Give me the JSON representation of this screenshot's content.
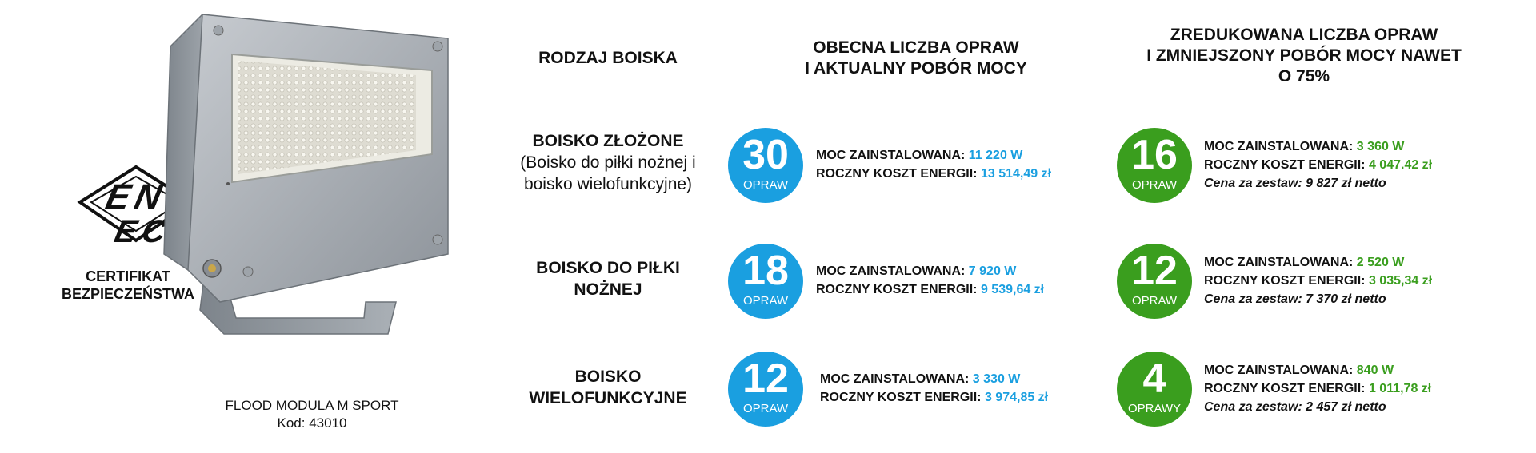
{
  "certificate": {
    "label_line1": "CERTIFIKAT",
    "label_line2": "BEZPIECZEŃSTWA"
  },
  "product": {
    "name": "FLOOD MODULA M SPORT",
    "code": "Kod: 43010"
  },
  "headers": {
    "field_type": "RODZAJ BOISKA",
    "current": [
      "OBECNA LICZBA OPRAW",
      "I AKTUALNY POBÓR MOCY"
    ],
    "reduced": [
      "ZREDUKOWANA LICZBA OPRAW",
      "I ZMNIEJSZONY POBÓR MOCY NAWET",
      "O 75%"
    ]
  },
  "rows": [
    {
      "field_name": "BOISKO ZŁOŻONE",
      "field_desc": [
        "(Boisko do piłki nożnej i",
        "boisko wielofunkcyjne)"
      ],
      "current": {
        "count": "30",
        "unit": "OPRAW",
        "power_label": "MOC ZAINSTALOWANA:",
        "power_value": "11 220 W",
        "cost_label": "ROCZNY KOSZT ENERGII:",
        "cost_value": "13 514,49 zł"
      },
      "reduced": {
        "count": "16",
        "unit": "OPRAW",
        "power_label": "MOC ZAINSTALOWANA:",
        "power_value": "3 360 W",
        "cost_label": "ROCZNY KOSZT ENERGII:",
        "cost_value": "4 047.42 zł",
        "price": "Cena za zestaw: 9 827 zł netto"
      }
    },
    {
      "field_name": [
        "BOISKO DO PIŁKI",
        "NOŻNEJ"
      ],
      "current": {
        "count": "18",
        "unit": "OPRAW",
        "power_label": "MOC ZAINSTALOWANA:",
        "power_value": "7 920 W",
        "cost_label": "ROCZNY KOSZT ENERGII:",
        "cost_value": "9 539,64 zł"
      },
      "reduced": {
        "count": "12",
        "unit": "OPRAW",
        "power_label": "MOC ZAINSTALOWANA:",
        "power_value": "2 520 W",
        "cost_label": "ROCZNY KOSZT ENERGII:",
        "cost_value": "3 035,34 zł",
        "price": "Cena za zestaw: 7 370 zł netto"
      }
    },
    {
      "field_name": [
        "BOISKO",
        "WIELOFUNKCYJNE"
      ],
      "current": {
        "count": "12",
        "unit": "OPRAW",
        "power_label": "MOC ZAINSTALOWANA:",
        "power_value": "3 330 W",
        "cost_label": "ROCZNY KOSZT ENERGII:",
        "cost_value": "3 974,85 zł"
      },
      "reduced": {
        "count": "4",
        "unit": "OPRAWY",
        "power_label": "MOC ZAINSTALOWANA:",
        "power_value": "840 W",
        "cost_label": "ROCZNY KOSZT ENERGII:",
        "cost_value": "1 011,78 zł",
        "price": "Cena za zestaw: 2 457 zł netto"
      }
    }
  ],
  "colors": {
    "current_accent": "#1a9fe0",
    "reduced_accent": "#3a9e1e"
  }
}
